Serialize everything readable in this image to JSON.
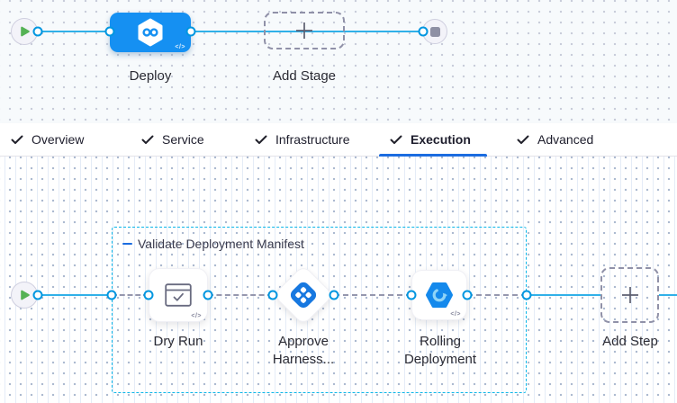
{
  "colors": {
    "stage_blue": "#1590f2",
    "cyan_line": "#30b0e8",
    "port_ring_blue": "#0096e0",
    "group_border_cyan": "#0cb6e8",
    "tab_underline_blue": "#1b6ce0",
    "play_green": "#55b255",
    "dash_gray": "#9597ae",
    "canvas_tint": "#f7fafc"
  },
  "stage_canvas": {
    "stage_label": "Deploy",
    "add_stage_label": "Add Stage",
    "code_glyph": "</>",
    "start_node": "play",
    "end_node": "stop"
  },
  "tabs": [
    {
      "label": "Overview",
      "checked": true,
      "active": false
    },
    {
      "label": "Service",
      "checked": true,
      "active": false
    },
    {
      "label": "Infrastructure",
      "checked": true,
      "active": false
    },
    {
      "label": "Execution",
      "checked": true,
      "active": true
    },
    {
      "label": "Advanced",
      "checked": true,
      "active": false
    }
  ],
  "execution_canvas": {
    "group_label": "Validate Deployment Manifest",
    "steps": [
      {
        "label": "Dry Run",
        "icon": "dry-run-icon"
      },
      {
        "label": "Approve Harness...",
        "icon": "approval-icon"
      },
      {
        "label": "Rolling Deployment",
        "icon": "rolling-deployment-icon"
      }
    ],
    "add_step_label": "Add Step",
    "code_glyph": "</>"
  }
}
